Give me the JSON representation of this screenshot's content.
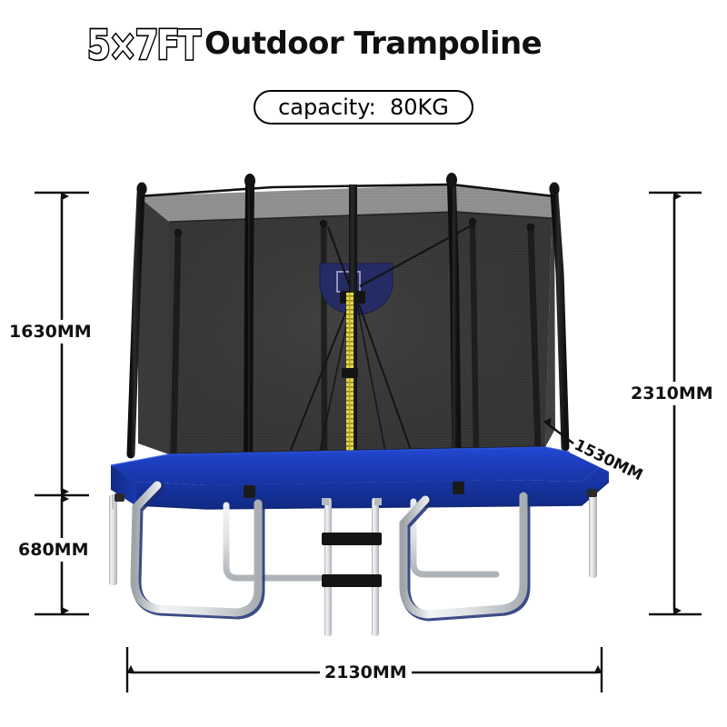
{
  "header": {
    "size_badge": "5×7FT",
    "title": "Outdoor Trampoline",
    "capacity_label": "capacity:  80KG"
  },
  "dimensions": {
    "net_height": "1630MM",
    "frame_height": "680MM",
    "total_height": "2310MM",
    "depth": "1530MM",
    "width": "2130MM"
  },
  "colors": {
    "pad_blue": "#16339f",
    "pad_blue_light": "#1b41c8",
    "pad_blue_dark": "#102a82",
    "net_dark": "#3b3b3b",
    "net_light": "#8d8d8d",
    "mat_black": "#1d1d20",
    "pole_black": "#181818",
    "leg_silver": "#d9dbdd",
    "zipper_yellow": "#e8d94a",
    "backboard_navy": "#252b63",
    "line_black": "#111111"
  },
  "parts": {
    "enclosure_net": "safety enclosure net",
    "poles": "enclosure poles",
    "backboard": "basketball backboard",
    "zipper": "net entry zipper",
    "frame_pad": "blue spring frame pad",
    "jump_mat": "jumping mat",
    "ladder": "access ladder",
    "legs": "u-shaped support legs"
  }
}
